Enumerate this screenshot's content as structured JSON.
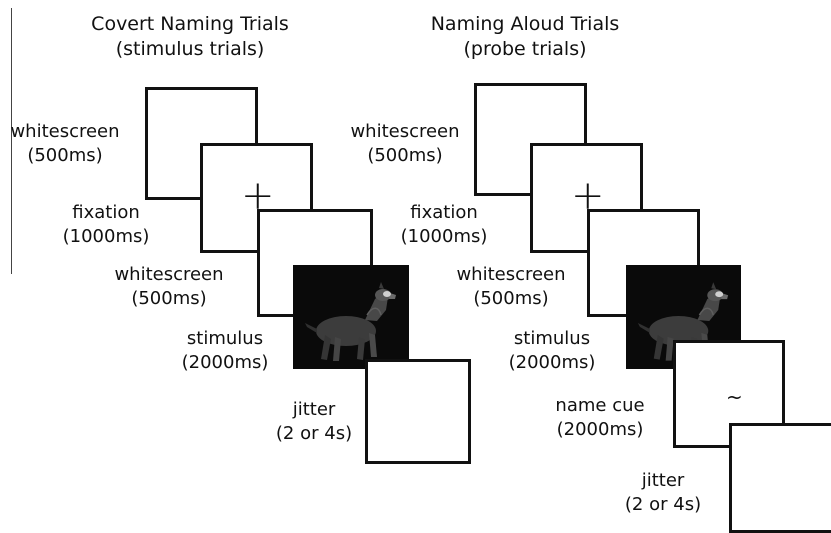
{
  "left_panel": {
    "title_line1": "Covert Naming Trials",
    "title_line2": "(stimulus trials)",
    "steps": [
      {
        "name": "whitescreen",
        "duration": "(500ms)"
      },
      {
        "name": "fixation",
        "duration": "(1000ms)"
      },
      {
        "name": "whitescreen",
        "duration": "(500ms)"
      },
      {
        "name": "stimulus",
        "duration": "(2000ms)"
      },
      {
        "name": "jitter",
        "duration": "(2 or 4s)"
      }
    ]
  },
  "right_panel": {
    "title_line1": "Naming Aloud Trials",
    "title_line2": "(probe trials)",
    "steps": [
      {
        "name": "whitescreen",
        "duration": "(500ms)"
      },
      {
        "name": "fixation",
        "duration": "(1000ms)"
      },
      {
        "name": "whitescreen",
        "duration": "(500ms)"
      },
      {
        "name": "stimulus",
        "duration": "(2000ms)"
      },
      {
        "name": "name cue",
        "duration": "(2000ms)"
      },
      {
        "name": "jitter",
        "duration": "(2 or 4s)"
      }
    ]
  },
  "symbols": {
    "fixation_cross": "+",
    "name_cue_symbol": "~"
  },
  "colors": {
    "frame_border": "#111111",
    "stimulus_background": "#0a0a0a",
    "text": "#111111"
  },
  "stimulus_image": "dog-icon"
}
